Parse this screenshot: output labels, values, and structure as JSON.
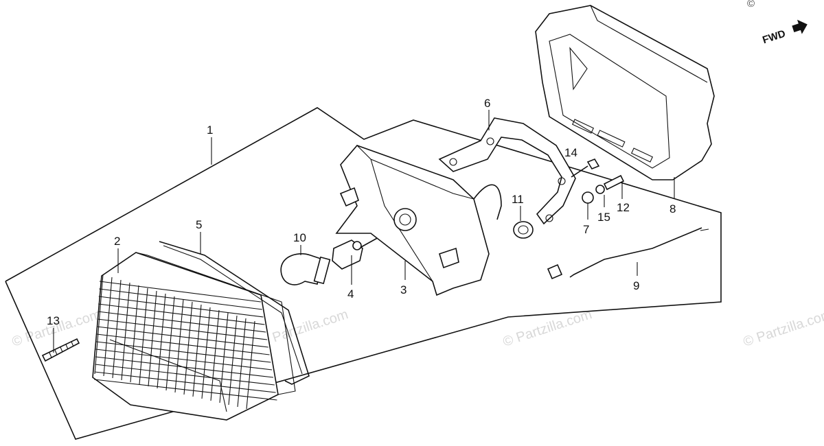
{
  "watermark": {
    "text": "© Partzilla.com",
    "corner_mark": "©"
  },
  "direction_marker": {
    "label": "FWD"
  },
  "callouts": [
    {
      "number": "1"
    },
    {
      "number": "2"
    },
    {
      "number": "3"
    },
    {
      "number": "4"
    },
    {
      "number": "5"
    },
    {
      "number": "6"
    },
    {
      "number": "7"
    },
    {
      "number": "8"
    },
    {
      "number": "9"
    },
    {
      "number": "10"
    },
    {
      "number": "11"
    },
    {
      "number": "12"
    },
    {
      "number": "13"
    },
    {
      "number": "14"
    },
    {
      "number": "15"
    }
  ],
  "colors": {
    "ink": "#111111",
    "watermark": "#d8d8d8",
    "background": "#ffffff"
  }
}
